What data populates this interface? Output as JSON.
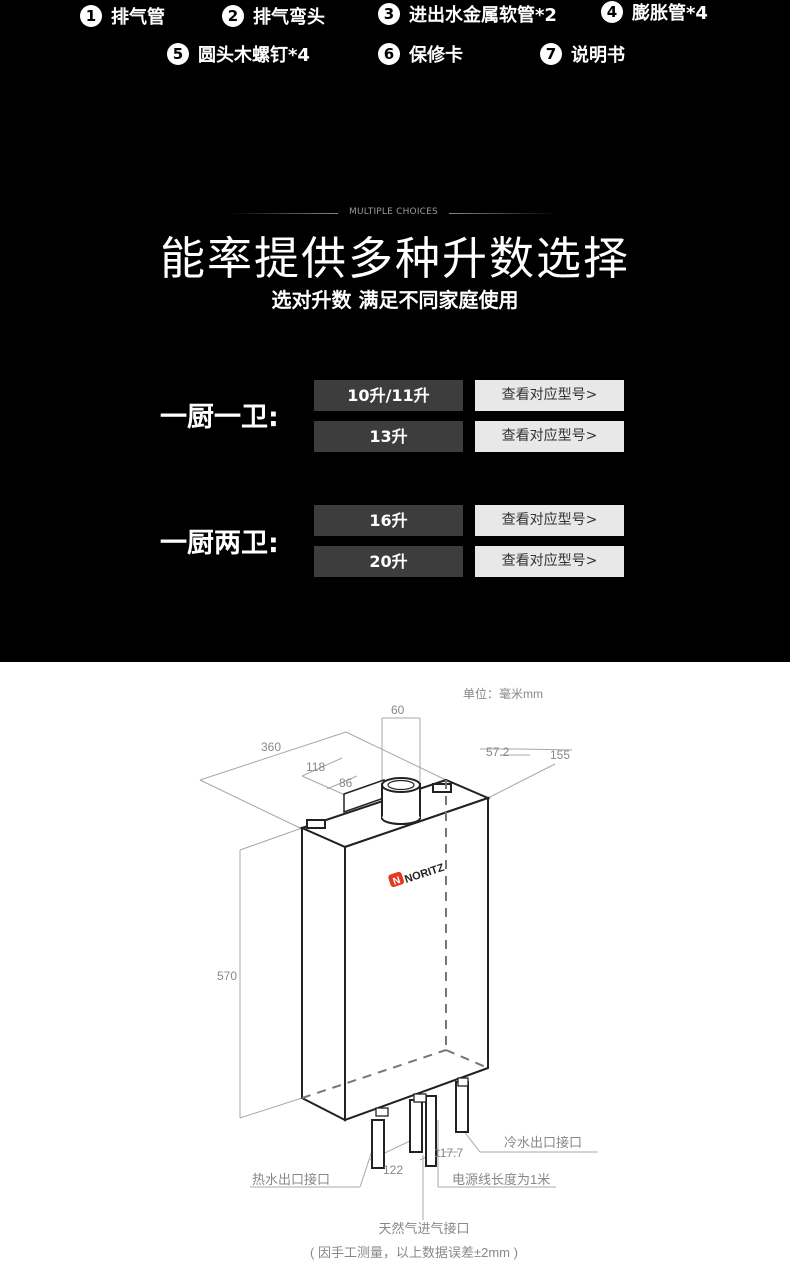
{
  "accessories": [
    {
      "num": "1",
      "label": "排气管"
    },
    {
      "num": "2",
      "label": "排气弯头"
    },
    {
      "num": "3",
      "label": "进出水金属软管*2"
    },
    {
      "num": "4",
      "label": "膨胀管*4"
    },
    {
      "num": "5",
      "label": "圆头木螺钉*4"
    },
    {
      "num": "6",
      "label": "保修卡"
    },
    {
      "num": "7",
      "label": "说明书"
    }
  ],
  "choices": {
    "eyebrow": "MULTIPLE CHOICES",
    "title": "能率提供多种升数选择",
    "subtitle": "选对升数 满足不同家庭使用",
    "groups": [
      {
        "label": "一厨一卫:",
        "options": [
          {
            "capacity": "10升/11升",
            "link": "查看对应型号>"
          },
          {
            "capacity": "13升",
            "link": "查看对应型号>"
          }
        ]
      },
      {
        "label": "一厨两卫:",
        "options": [
          {
            "capacity": "16升",
            "link": "查看对应型号>"
          },
          {
            "capacity": "20升",
            "link": "查看对应型号>"
          }
        ]
      }
    ]
  },
  "diagram": {
    "unit": "单位：毫米mm",
    "brand": "NORITZ",
    "dimensions": {
      "depth": "360",
      "flue_diameter": "60",
      "flue_offset": "118",
      "bracket_width": "86",
      "offset_572": "57.2",
      "offset_155": "155",
      "height": "570",
      "pipe_spacing_122": "122",
      "pipe_spacing_1177": "117.7"
    },
    "labels": {
      "cold_water": "冷水出口接口",
      "hot_water": "热水出口接口",
      "power_cord": "电源线长度为1米",
      "gas_inlet": "天然气进气接口"
    },
    "note": "( 因手工测量，以上数据误差±2mm )"
  }
}
